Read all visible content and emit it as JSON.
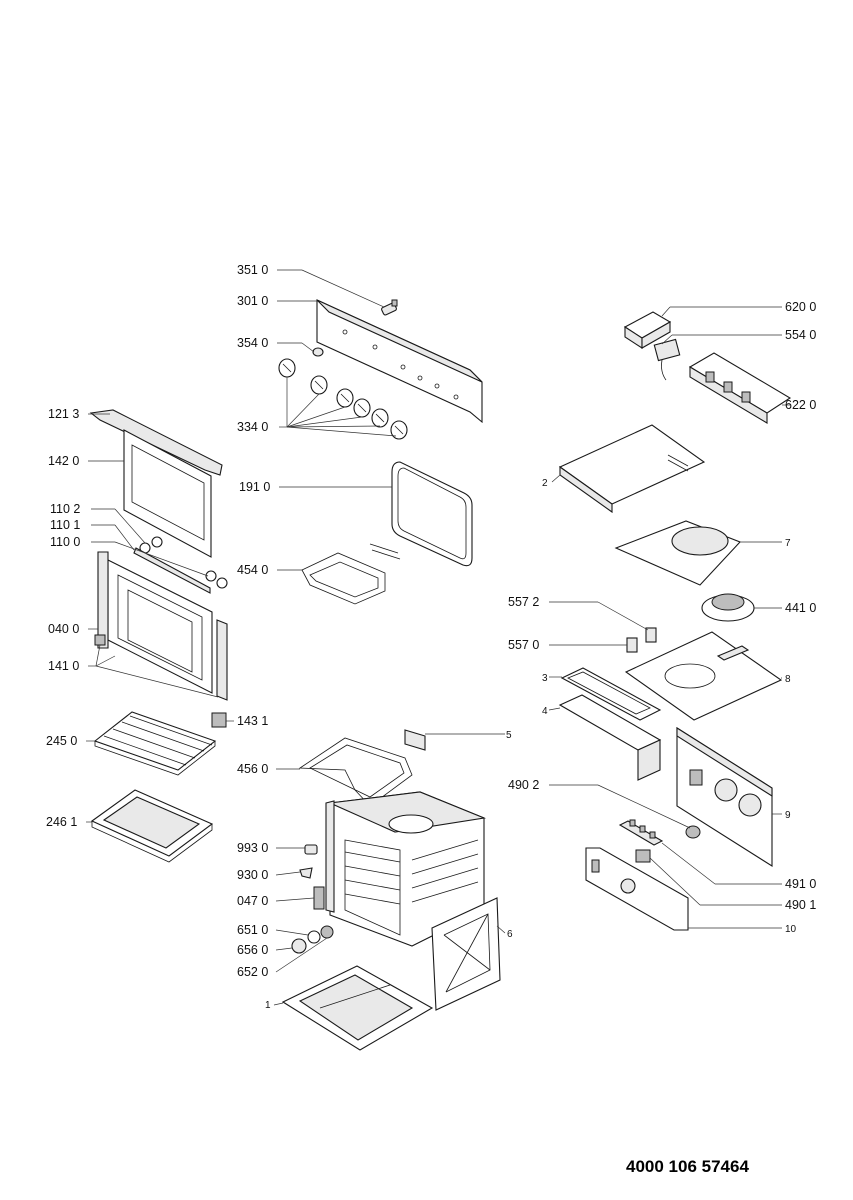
{
  "document_reference": "4000 106 57464",
  "callouts": [
    {
      "id": "351-0",
      "text": "351 0"
    },
    {
      "id": "301-0",
      "text": "301 0"
    },
    {
      "id": "354-0",
      "text": "354 0"
    },
    {
      "id": "334-0",
      "text": "334 0"
    },
    {
      "id": "121-3",
      "text": "121 3"
    },
    {
      "id": "142-0",
      "text": "142 0"
    },
    {
      "id": "191-0",
      "text": "191 0"
    },
    {
      "id": "110-2",
      "text": "110 2"
    },
    {
      "id": "110-1",
      "text": "110 1"
    },
    {
      "id": "110-0",
      "text": "110 0"
    },
    {
      "id": "454-0",
      "text": "454 0"
    },
    {
      "id": "040-0",
      "text": "040 0"
    },
    {
      "id": "141-0",
      "text": "141 0"
    },
    {
      "id": "143-1",
      "text": "143 1"
    },
    {
      "id": "245-0",
      "text": "245 0"
    },
    {
      "id": "456-0",
      "text": "456 0"
    },
    {
      "id": "246-1",
      "text": "246 1"
    },
    {
      "id": "993-0",
      "text": "993 0"
    },
    {
      "id": "930-0",
      "text": "930 0"
    },
    {
      "id": "047-0",
      "text": "047 0"
    },
    {
      "id": "651-0",
      "text": "651 0"
    },
    {
      "id": "656-0",
      "text": "656 0"
    },
    {
      "id": "652-0",
      "text": "652 0"
    },
    {
      "id": "1",
      "text": "1"
    },
    {
      "id": "5",
      "text": "5"
    },
    {
      "id": "6",
      "text": "6"
    },
    {
      "id": "620-0",
      "text": "620 0"
    },
    {
      "id": "554-0",
      "text": "554 0"
    },
    {
      "id": "622-0",
      "text": "622 0"
    },
    {
      "id": "2",
      "text": "2"
    },
    {
      "id": "7",
      "text": "7"
    },
    {
      "id": "557-2",
      "text": "557 2"
    },
    {
      "id": "441-0",
      "text": "441 0"
    },
    {
      "id": "557-0",
      "text": "557 0"
    },
    {
      "id": "3",
      "text": "3"
    },
    {
      "id": "8",
      "text": "8"
    },
    {
      "id": "4",
      "text": "4"
    },
    {
      "id": "490-2",
      "text": "490 2"
    },
    {
      "id": "9",
      "text": "9"
    },
    {
      "id": "491-0",
      "text": "491 0"
    },
    {
      "id": "490-1",
      "text": "490 1"
    },
    {
      "id": "10",
      "text": "10"
    }
  ]
}
